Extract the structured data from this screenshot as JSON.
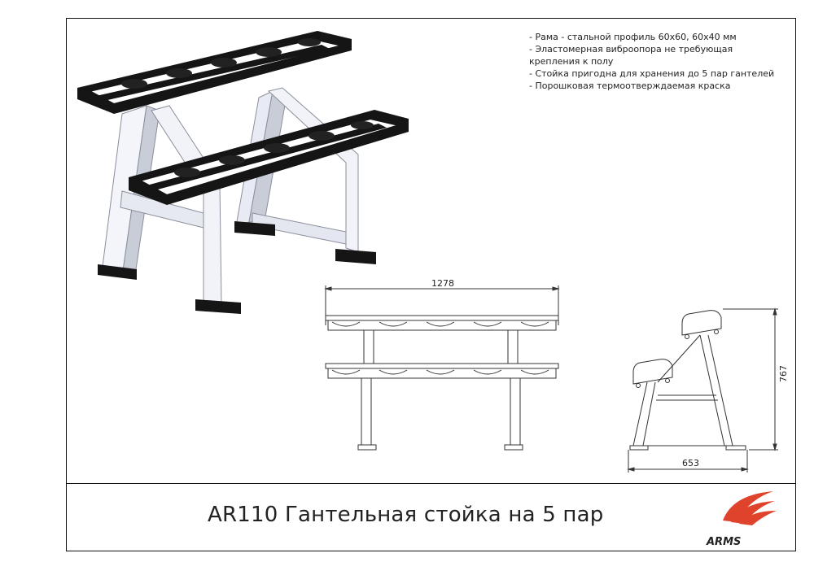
{
  "specs": [
    "- Рама - стальной профиль 60х60, 60х40 мм",
    "- Эластомерная виброопора не требующая",
    "крепления к полу",
    "- Стойка пригодна для хранения до 5 пар гантелей",
    "- Порошковая термоотверждаемая краска"
  ],
  "dimensions": {
    "front_width": "1278",
    "side_depth": "653",
    "side_height": "767"
  },
  "title": "AR110 Гантельная стойка на 5 пар",
  "logo_text": "ARMS",
  "colors": {
    "frame": "#111111",
    "legs": "#eef0f6",
    "logo_red": "#e0432b",
    "line": "#333333"
  }
}
